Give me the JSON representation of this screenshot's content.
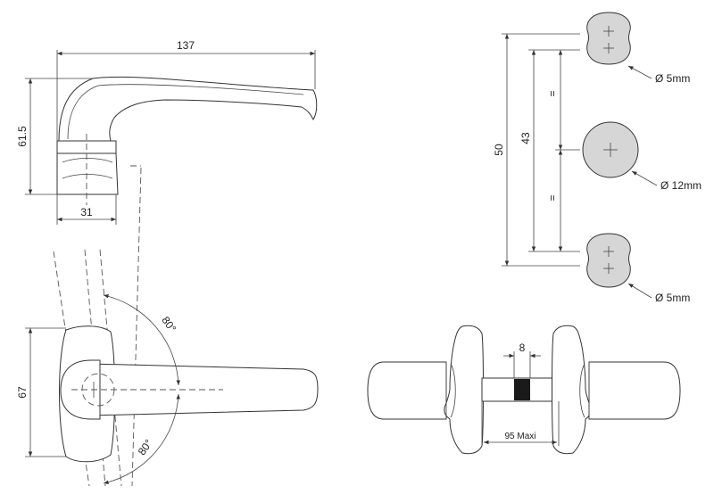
{
  "dimensions": {
    "handle_length": "137",
    "handle_height": "61.5",
    "base_width": "31",
    "rose_height": "67",
    "rotation_up": "80°",
    "rotation_down": "80°",
    "hole_spacing_total": "50",
    "hole_spacing_center": "43",
    "equal_upper": "=",
    "equal_lower": "=",
    "hole_small_top": "Ø 5mm",
    "hole_large": "Ø 12mm",
    "hole_small_bottom": "Ø 5mm",
    "spindle_width": "8",
    "door_thickness": "95 Maxi"
  }
}
